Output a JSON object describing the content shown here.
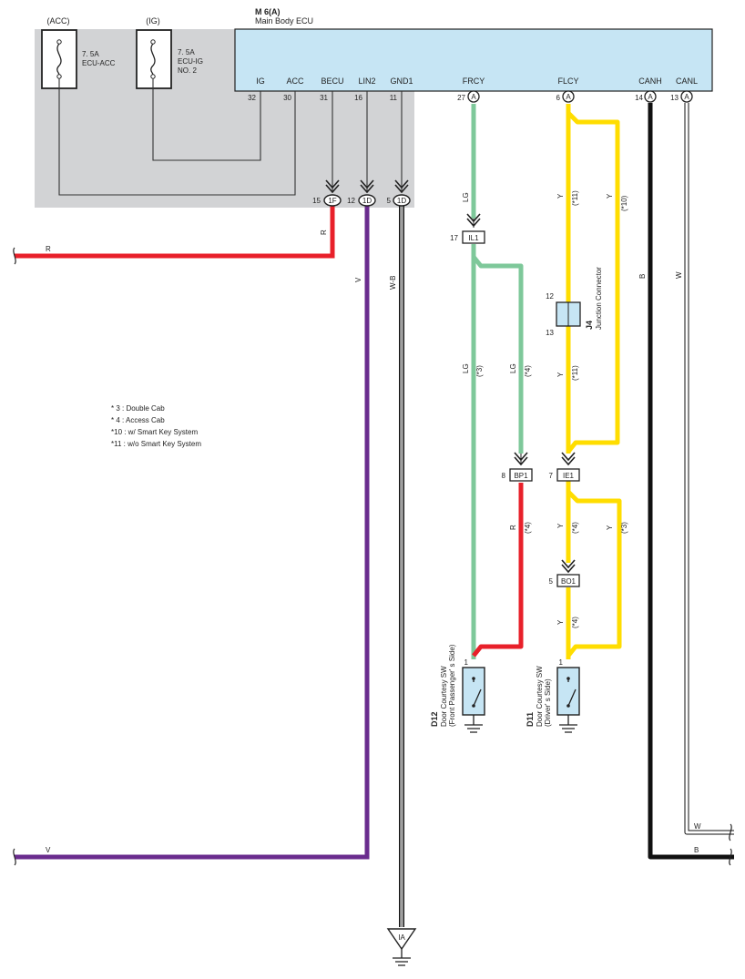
{
  "ecu": {
    "code": "M 6(A)",
    "name": "Main Body ECU",
    "pins": [
      {
        "name": "IG",
        "num": "32"
      },
      {
        "name": "ACC",
        "num": "30"
      },
      {
        "name": "BECU",
        "num": "31"
      },
      {
        "name": "LIN2",
        "num": "16"
      },
      {
        "name": "GND1",
        "num": "11"
      },
      {
        "name": "FRCY",
        "num": "27",
        "conn": "A"
      },
      {
        "name": "FLCY",
        "num": "6",
        "conn": "A"
      },
      {
        "name": "CANH",
        "num": "14",
        "conn": "A"
      },
      {
        "name": "CANL",
        "num": "13",
        "conn": "A"
      }
    ]
  },
  "fuses": [
    {
      "circuit": "(ACC)",
      "rating": "7. 5A",
      "name": "ECU-ACC",
      "name2": ""
    },
    {
      "circuit": "(IG)",
      "rating": "7. 5A",
      "name": "ECU-IG",
      "name2": "NO. 2"
    }
  ],
  "junctions": {
    "1F": {
      "pin": "15",
      "label": "1F"
    },
    "1D_a": {
      "pin": "12",
      "label": "1D"
    },
    "1D_b": {
      "pin": "5",
      "label": "1D"
    },
    "IL1": {
      "pin": "17",
      "label": "IL1"
    },
    "BP1": {
      "pin": "8",
      "label": "BP1"
    },
    "IE1": {
      "pin": "7",
      "label": "IE1"
    },
    "BO1": {
      "pin": "5",
      "label": "BO1"
    }
  },
  "junction_connector": {
    "code": "J4",
    "name": "Junction Connector",
    "pin_top": "12",
    "pin_bottom": "13"
  },
  "switches": [
    {
      "code": "D12",
      "name": "Door Courtesy SW",
      "side": "(Front Passenger' s Side)",
      "pin": "1"
    },
    {
      "code": "D11",
      "name": "Door Courtesy SW",
      "side": "(Driver' s Side)",
      "pin": "1"
    }
  ],
  "ground": {
    "label": "IA"
  },
  "wire_labels": {
    "r": "R",
    "v": "V",
    "wb": "W-B",
    "lg": "LG",
    "y": "Y",
    "b": "B",
    "w": "W",
    "n3": "(*3)",
    "n4": "(*4)",
    "n10": "(*10)",
    "n11": "(*11)"
  },
  "notes": [
    "* 3 : Double Cab",
    "* 4 : Access Cab",
    "*10 : w/ Smart Key System",
    "*11 : w/o Smart Key System"
  ],
  "colors": {
    "red": "#e8202a",
    "violet": "#6a2c8e",
    "light_green": "#7ec89a",
    "yellow": "#ffdd00",
    "black": "#111111",
    "ecu_fill": "#c6e5f4",
    "shade": "#d2d3d5"
  }
}
